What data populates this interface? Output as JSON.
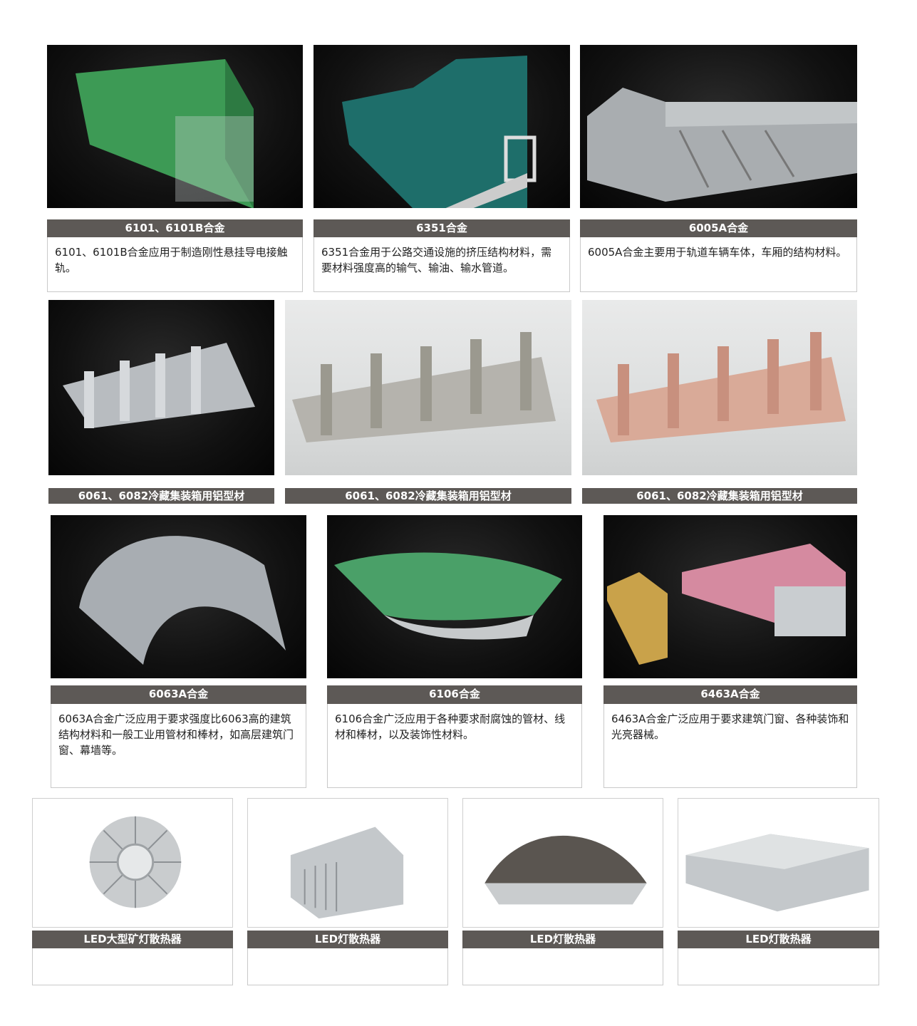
{
  "row1": [
    {
      "title": "6101、6101B合金",
      "desc": "6101、6101B合金应用于制造刚性悬挂导电接触轨。",
      "color": "#3d9a55"
    },
    {
      "title": "6351合金",
      "desc": "6351合金用于公路交通设施的挤压结构材料，需要材料强度高的输气、输油、输水管道。",
      "color": "#1e6e6a"
    },
    {
      "title": "6005A合金",
      "desc": "6005A合金主要用于轨道车辆车体，车厢的结构材料。",
      "color": "#a9adb0"
    }
  ],
  "row2": [
    {
      "title": "6061、6082冷藏集装箱用铝型材",
      "color": "#b8bcc0"
    },
    {
      "title": "6061、6082冷藏集装箱用铝型材",
      "color": "#b5b3ad"
    },
    {
      "title": "6061、6082冷藏集装箱用铝型材",
      "color": "#d9aa98"
    }
  ],
  "row3": [
    {
      "title": "6063A合金",
      "desc": "6063A合金广泛应用于要求强度比6063高的建筑结构材料和一般工业用管材和棒材，如高层建筑门窗、幕墙等。",
      "color": "#a8adb2"
    },
    {
      "title": "6106合金",
      "desc": "6106合金广泛应用于各种要求耐腐蚀的管材、线材和棒材，以及装饰性材料。",
      "color": "#4aa068"
    },
    {
      "title": "6463A合金",
      "desc": "6463A合金广泛应用于要求建筑门窗、各种装饰和光亮器械。",
      "color": "#d58aa0"
    }
  ],
  "row4": [
    {
      "title": "LED大型矿灯散热器"
    },
    {
      "title": "LED灯散热器"
    },
    {
      "title": "LED灯散热器"
    },
    {
      "title": "LED灯散热器"
    }
  ]
}
